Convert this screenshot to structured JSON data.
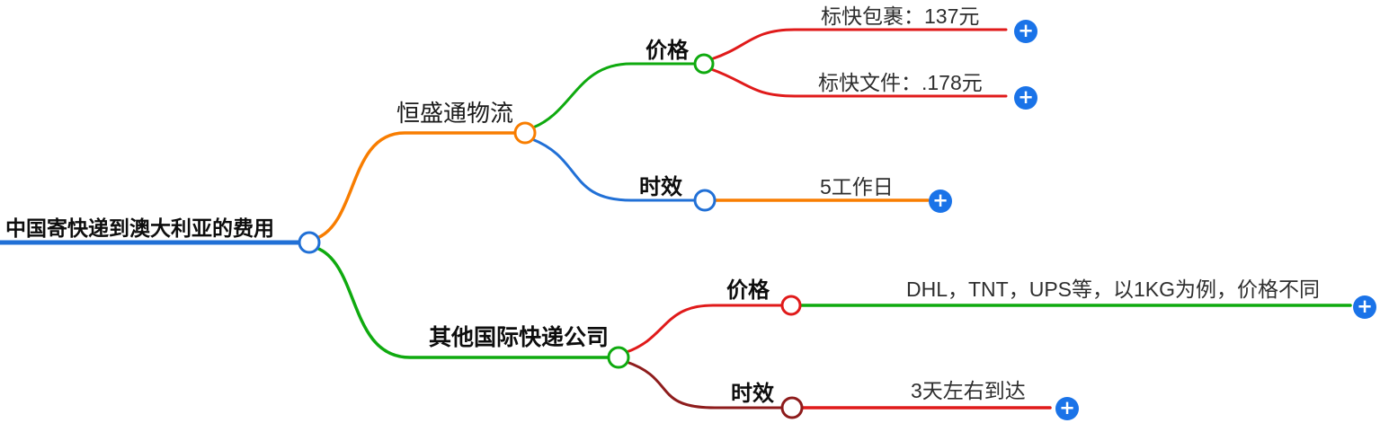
{
  "mindmap": {
    "root": {
      "label": "中国寄快递到澳大利亚的费用"
    },
    "branches": [
      {
        "label": "恒盛通物流",
        "children": [
          {
            "label": "价格",
            "children": [
              {
                "label": "标快包裹：137元"
              },
              {
                "label": "标快文件：.178元"
              }
            ]
          },
          {
            "label": "时效",
            "children": [
              {
                "label": "5工作日"
              }
            ]
          }
        ]
      },
      {
        "label": "其他国际快递公司",
        "children": [
          {
            "label": "价格",
            "children": [
              {
                "label": "DHL，TNT，UPS等，以1KG为例，价格不同"
              }
            ]
          },
          {
            "label": "时效",
            "children": [
              {
                "label": "3天左右到达"
              }
            ]
          }
        ]
      }
    ]
  },
  "colors": {
    "blue": "#2170d6",
    "orange": "#f87d00",
    "green": "#0faa0f",
    "red": "#e01a1a",
    "dark_red": "#8e1c1c",
    "button_blue": "#1a73e8",
    "node_fill": "#ffffff"
  },
  "icons": {
    "plus": "+"
  }
}
